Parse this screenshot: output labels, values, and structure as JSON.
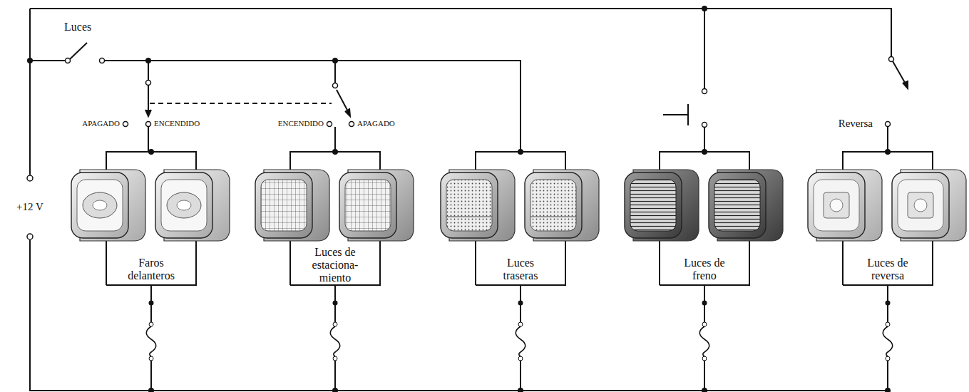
{
  "diagram": {
    "nodes": [
      {
        "text": [
          "Faros delanteros"
        ]
      },
      {
        "text": [
          "Luces de estaciona- miento"
        ]
      },
      {
        "text": [
          "Luces traseras"
        ]
      },
      {
        "text": [
          "Luces de freno"
        ]
      },
      {
        "text": [
          "Luces de reversa"
        ]
      }
    ],
    "labels": [
      "Luces",
      "APAGADO",
      "ENCENDIDO",
      "ENCENDIDO",
      "APAGADO",
      "Reversa",
      "+12 V"
    ]
  }
}
